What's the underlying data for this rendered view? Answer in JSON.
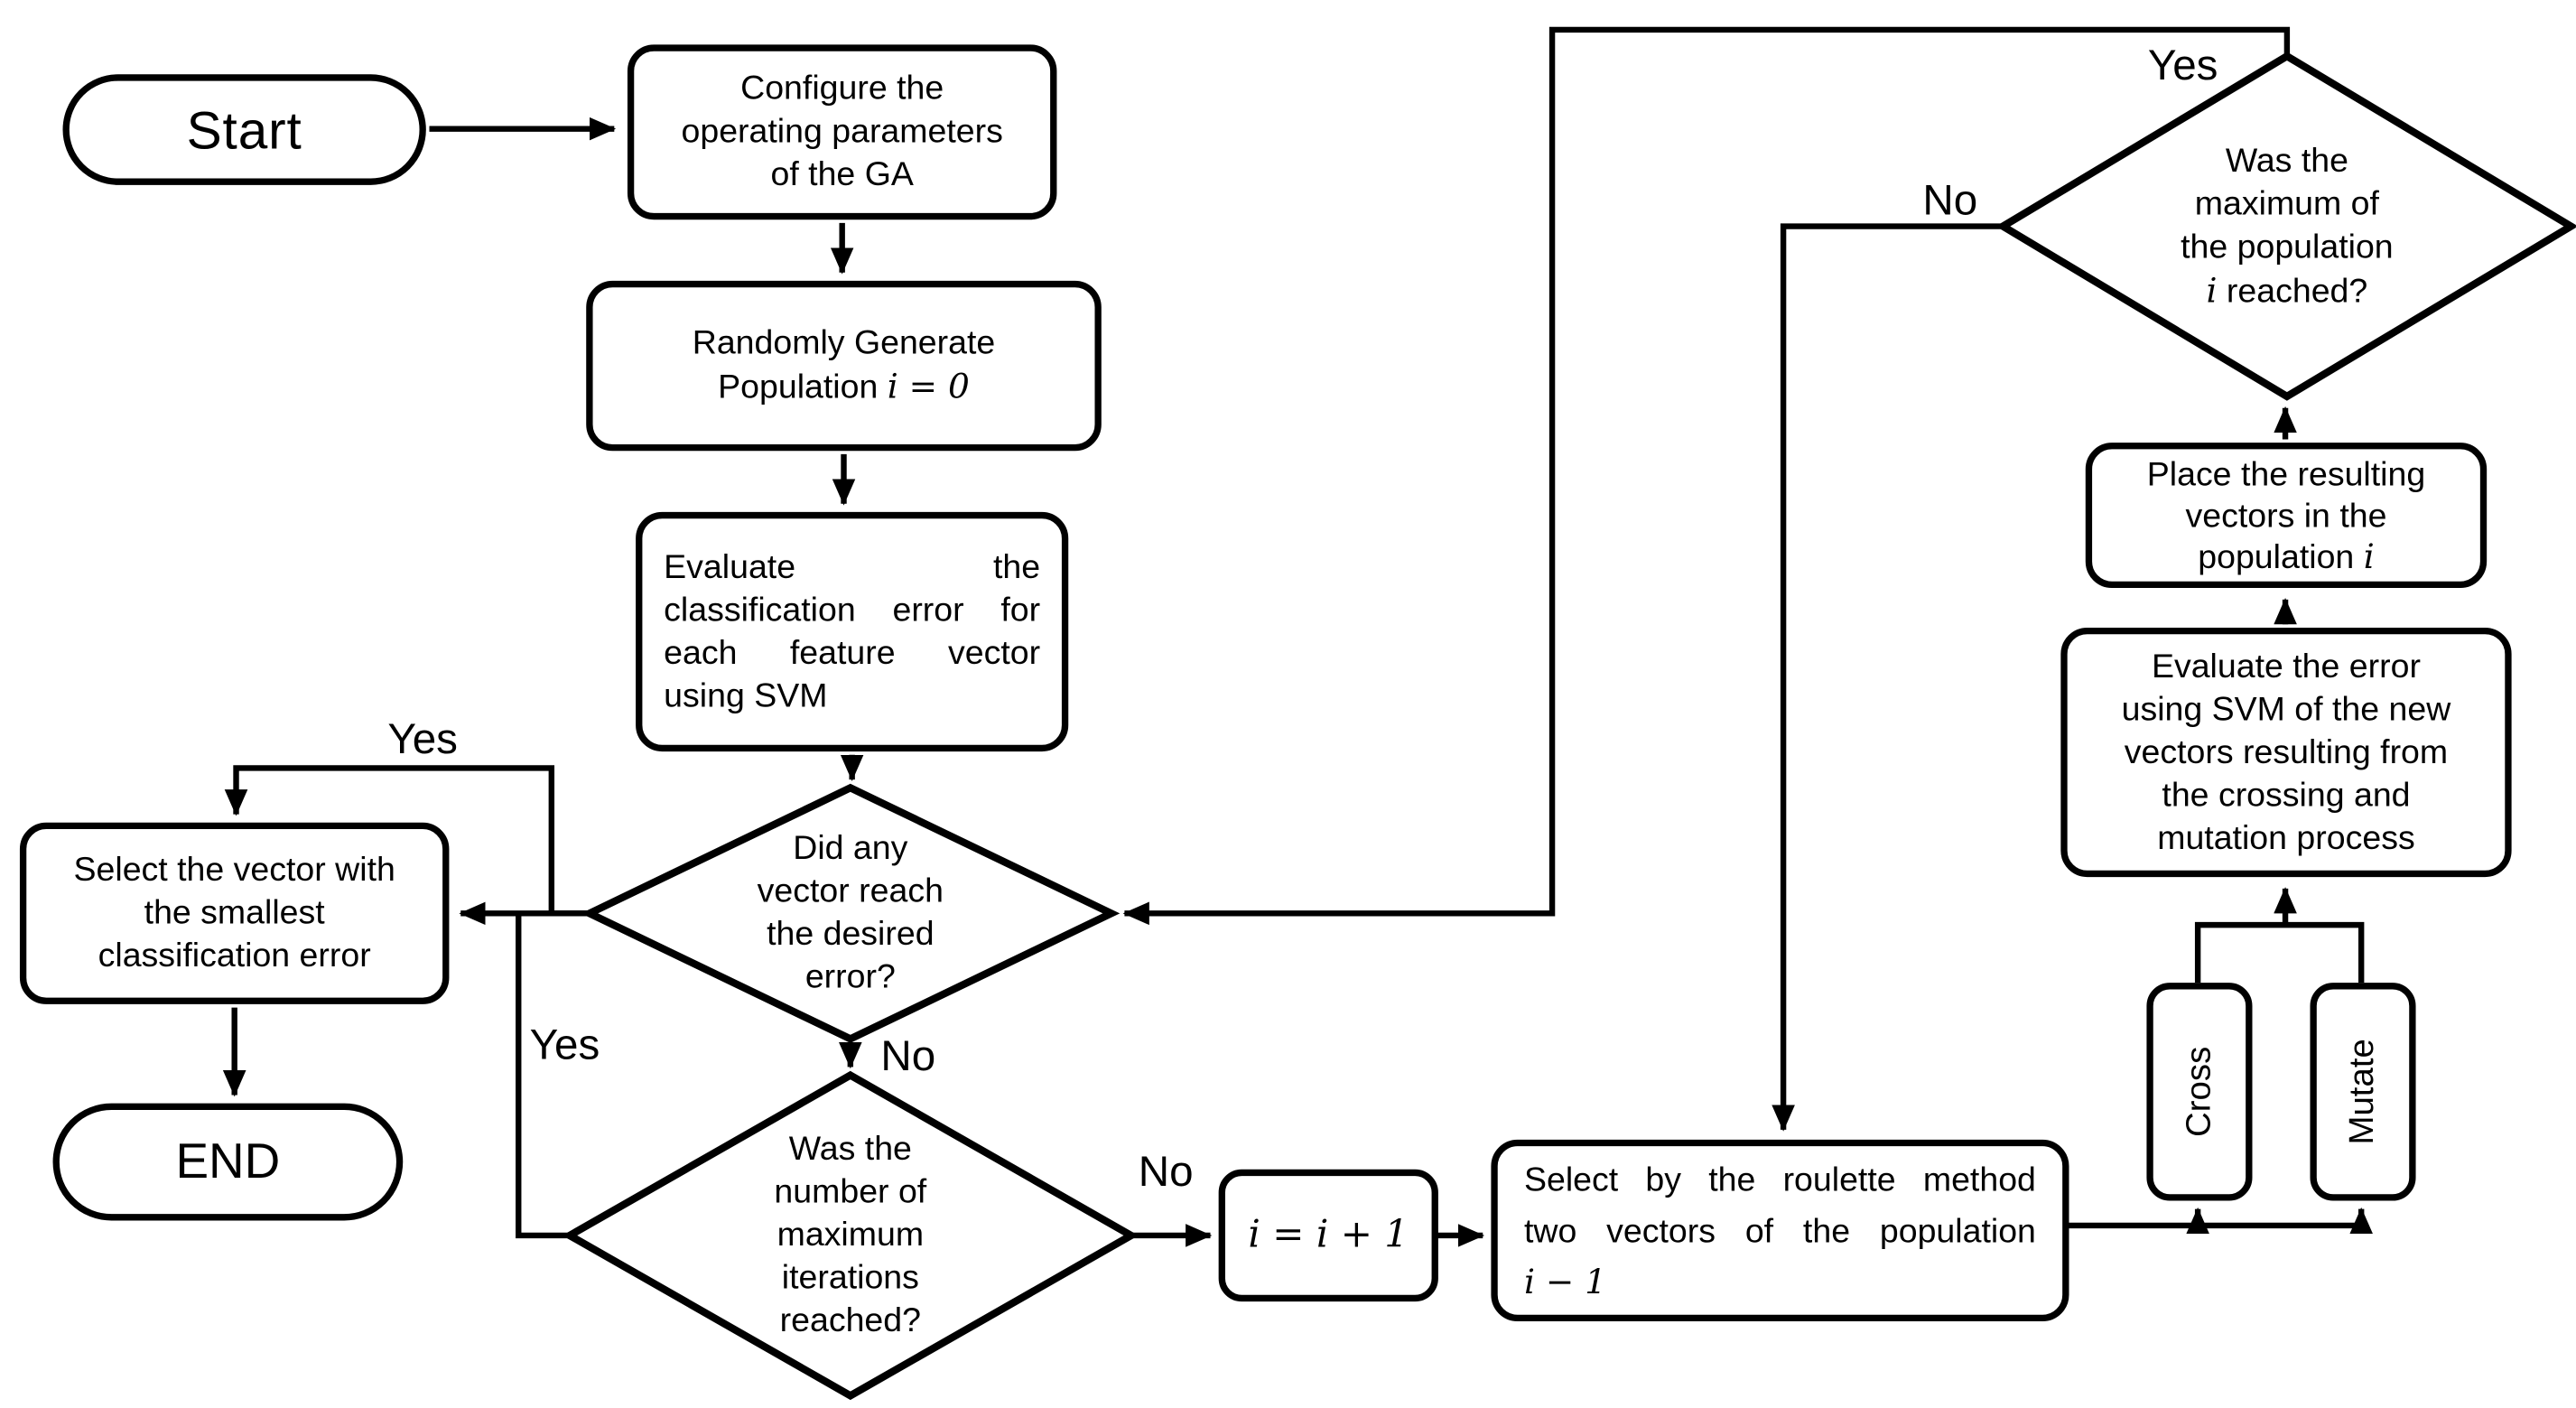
{
  "nodes": {
    "start": {
      "label": "Start"
    },
    "configure": {
      "lines": [
        "Configure the",
        "operating parameters",
        "of the GA"
      ]
    },
    "randomly": {
      "line1": "Randomly Generate",
      "line2_prefix": "Population ",
      "line2_math": "i = 0"
    },
    "evaluate": {
      "lines": [
        "Evaluate the",
        "classification error for",
        "each feature vector",
        "using SVM"
      ]
    },
    "did_any": {
      "lines": [
        "Did any",
        "vector reach",
        "the desired",
        "error?"
      ]
    },
    "select_vector": {
      "lines": [
        "Select the vector with",
        "the smallest",
        "classification error"
      ]
    },
    "end": {
      "label": "END"
    },
    "was_number": {
      "lines": [
        "Was the",
        "number of",
        "maximum",
        "iterations",
        "reached?"
      ]
    },
    "increment": {
      "math": "i = i + 1"
    },
    "roulette": {
      "line1": "Select by the roulette method",
      "line2": "two vectors of the population",
      "line3_math": "i − 1"
    },
    "cross": {
      "label": "Cross"
    },
    "mutate": {
      "label": "Mutate"
    },
    "evaluate_new": {
      "lines": [
        "Evaluate the error",
        "using SVM of the new",
        "vectors resulting from",
        "the crossing and",
        "mutation process"
      ]
    },
    "place": {
      "line1": "Place the resulting",
      "line2": "vectors in the",
      "line3_prefix": "population ",
      "line3_math": "i"
    },
    "was_max": {
      "lines": [
        "Was the",
        "maximum of",
        "the population"
      ],
      "line4_math": "i",
      "line4_suffix": " reached?"
    }
  },
  "labels": {
    "did_any_yes": "Yes",
    "was_number_yes": "Yes",
    "did_any_no": "No",
    "was_number_no": "No",
    "was_max_yes": "Yes",
    "was_max_no": "No"
  },
  "colors": {
    "stroke": "#000000",
    "background": "#ffffff"
  }
}
